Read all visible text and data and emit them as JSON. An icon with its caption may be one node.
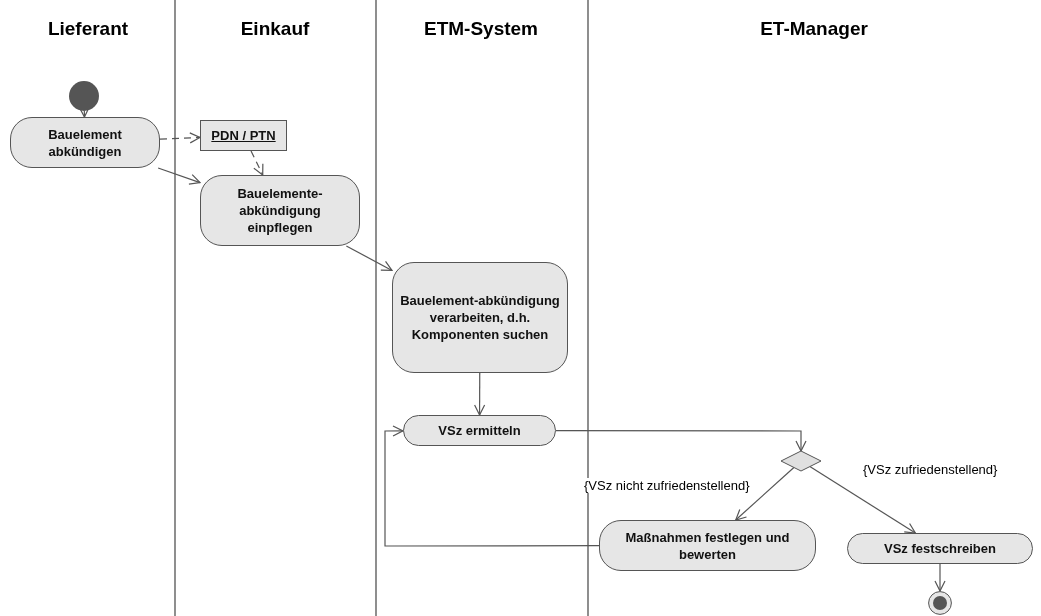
{
  "diagram": {
    "nodes": [
      {
        "text": [],
        "shape": "circle"
      },
      {
        "text": [
          "Bauelement abkündigen"
        ]
      },
      {
        "text": [
          "PDN / PTN"
        ]
      },
      {
        "text": [
          "Bauelemente-abkündigung einpflegen"
        ]
      },
      {
        "text": [
          "Bauelement-abkündigung verarbeiten, d.h. Komponenten suchen"
        ]
      },
      {
        "text": [
          "VSz ermitteln"
        ]
      },
      {
        "text": [],
        "shape": "diamond"
      },
      {
        "text": [
          "Maßnahmen festlegen und bewerten"
        ]
      },
      {
        "text": [
          "VSz festschreiben"
        ]
      },
      {
        "text": [],
        "shape": "circle"
      }
    ],
    "edges": [
      {
        "from": 0,
        "to": 1,
        "arrow": "to"
      },
      {
        "from": 1,
        "to": 2,
        "arrow": "to",
        "style": "dashed"
      },
      {
        "from": 2,
        "to": 3,
        "arrow": "to",
        "style": "dashed"
      },
      {
        "from": 1,
        "to": 3,
        "arrow": "to"
      },
      {
        "from": 3,
        "to": 4,
        "arrow": "to"
      },
      {
        "from": 4,
        "to": 5,
        "arrow": "to"
      },
      {
        "from": 5,
        "to": 6,
        "arrow": "to"
      },
      {
        "from": 6,
        "to": 7,
        "arrow": "to",
        "label": "{VSz nicht zufriedenstellend}"
      },
      {
        "from": 6,
        "to": 8,
        "arrow": "to",
        "label": "{VSz zufriedenstellend}"
      },
      {
        "from": 7,
        "to": 5,
        "arrow": "to"
      },
      {
        "from": 8,
        "to": 9,
        "arrow": "to"
      }
    ],
    "labels": [
      "Lieferant",
      "Einkauf",
      "ETM-System",
      "ET-Manager"
    ]
  }
}
